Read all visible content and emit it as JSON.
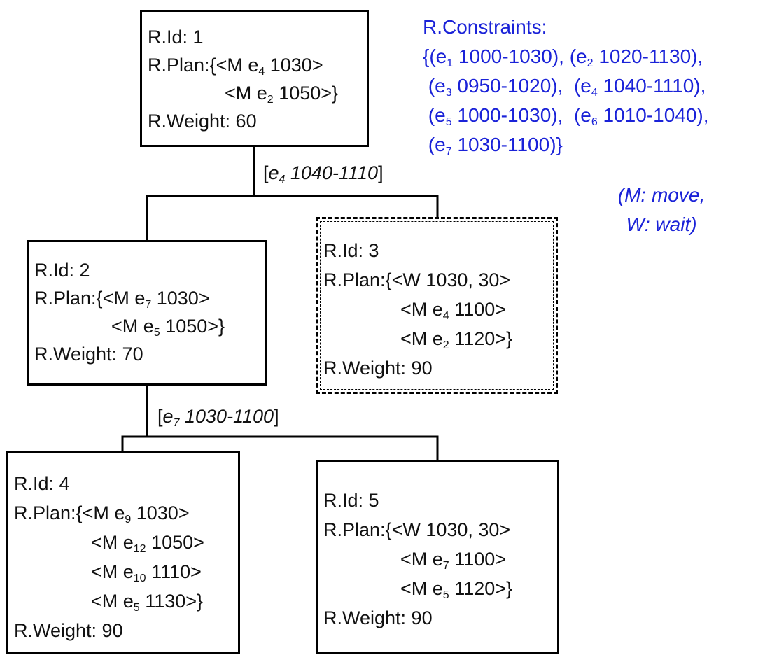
{
  "nodes": {
    "n1": {
      "id": "R.Id: 1",
      "plan_prefix": "R.Plan:{",
      "plan": [
        {
          "pre": "<M e",
          "sub": "4",
          "post": " 1030>"
        },
        {
          "pre": "<M e",
          "sub": "2",
          "post": " 1050>}"
        }
      ],
      "weight": "R.Weight: 60"
    },
    "n2": {
      "id": "R.Id: 2",
      "plan_prefix": "R.Plan:{",
      "plan": [
        {
          "pre": "<M e",
          "sub": "7",
          "post": " 1030>"
        },
        {
          "pre": "<M e",
          "sub": "5",
          "post": " 1050>}"
        }
      ],
      "weight": "R.Weight: 70"
    },
    "n3": {
      "id": "R.Id: 3",
      "plan_prefix": "R.Plan:{",
      "plan": [
        {
          "pre": "<W 1030, 30>",
          "sub": "",
          "post": ""
        },
        {
          "pre": "<M e",
          "sub": "4",
          "post": " 1100>"
        },
        {
          "pre": "<M e",
          "sub": "2",
          "post": " 1120>}"
        }
      ],
      "weight": "R.Weight: 90"
    },
    "n4": {
      "id": "R.Id: 4",
      "plan_prefix": "R.Plan:{",
      "plan": [
        {
          "pre": "<M e",
          "sub": "9",
          "post": " 1030>"
        },
        {
          "pre": "<M e",
          "sub": "12",
          "post": " 1050>"
        },
        {
          "pre": "<M e",
          "sub": "10",
          "post": " 1110>"
        },
        {
          "pre": "<M e",
          "sub": "5",
          "post": " 1130>}"
        }
      ],
      "weight": "R.Weight: 90"
    },
    "n5": {
      "id": "R.Id: 5",
      "plan_prefix": "R.Plan:{",
      "plan": [
        {
          "pre": "<W 1030, 30>",
          "sub": "",
          "post": ""
        },
        {
          "pre": "<M e",
          "sub": "7",
          "post": " 1100>"
        },
        {
          "pre": "<M e",
          "sub": "5",
          "post": " 1120>}"
        }
      ],
      "weight": "R.Weight: 90"
    }
  },
  "edges": {
    "e1": {
      "open": "[",
      "var": "e",
      "sub": "4",
      "range": " 1040-1110",
      "close": "]"
    },
    "e2": {
      "open": "[",
      "var": "e",
      "sub": "7",
      "range": " 1030-1100",
      "close": "]"
    }
  },
  "constraints": {
    "title": "R.Constraints:",
    "lines": [
      [
        {
          "pre": "{(e",
          "sub": "1",
          "post": " 1000-1030), "
        },
        {
          "pre": "(e",
          "sub": "2",
          "post": " 1020-1130),"
        }
      ],
      [
        {
          "pre": " (e",
          "sub": "3",
          "post": " 0950-1020),  "
        },
        {
          "pre": "(e",
          "sub": "4",
          "post": " 1040-1110),"
        }
      ],
      [
        {
          "pre": " (e",
          "sub": "5",
          "post": " 1000-1030),  "
        },
        {
          "pre": "(e",
          "sub": "6",
          "post": " 1010-1040),"
        }
      ],
      [
        {
          "pre": " (e",
          "sub": "7",
          "post": " 1030-1100)}"
        }
      ]
    ]
  },
  "legend": [
    "(M: move,",
    "W: wait)"
  ],
  "colors": {
    "annotation": "#1a22d8",
    "border": "#000000"
  }
}
